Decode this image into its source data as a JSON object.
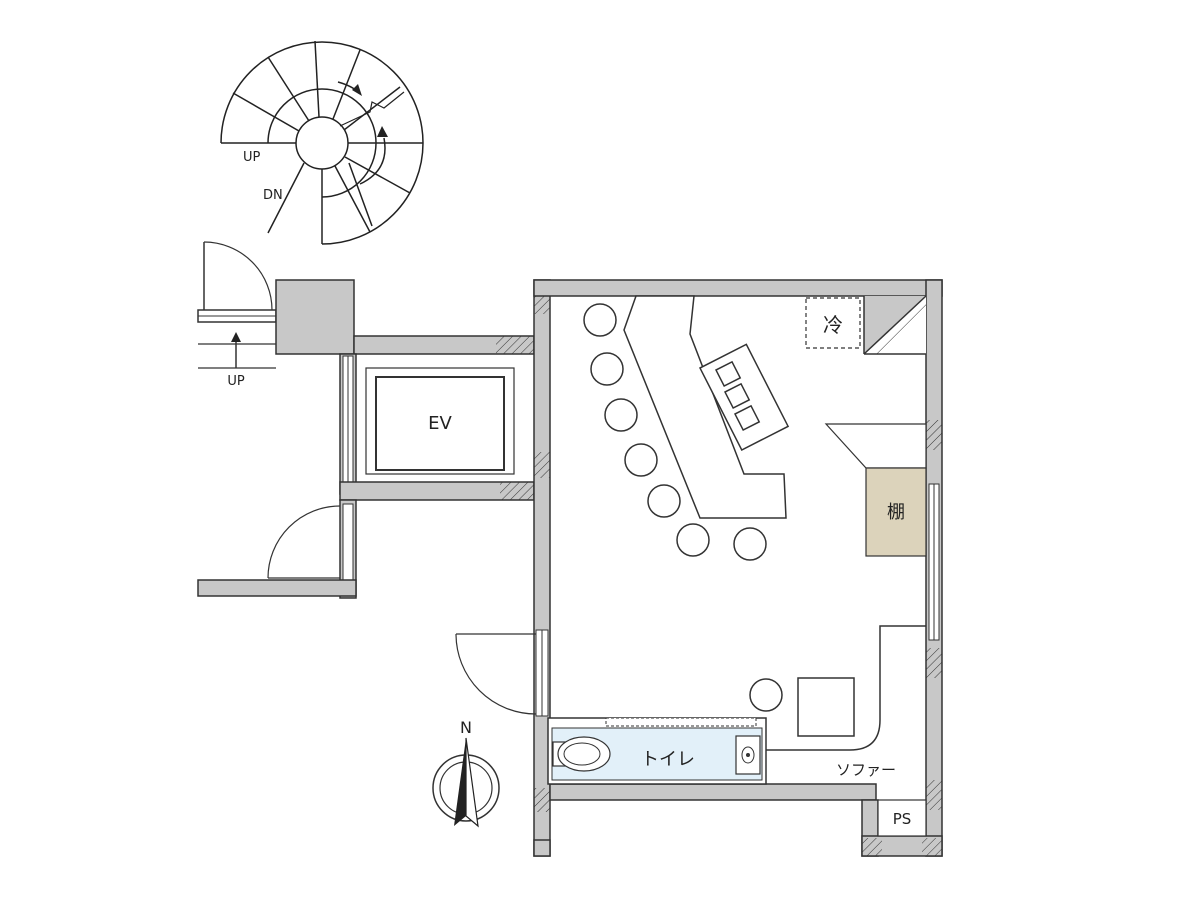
{
  "labels": {
    "stair_up": "UP",
    "stair_dn": "DN",
    "entrance_up": "UP",
    "elevator": "EV",
    "refrigerator": "冷",
    "shelf": "棚",
    "toilet": "トイレ",
    "sofa": "ソファー",
    "pipe_space": "PS",
    "north": "N"
  },
  "colors": {
    "wall": "#c8c8c8",
    "wall_stroke": "#333333",
    "shelf": "#dcd3bb",
    "toilet_room": "#e2f0f9"
  }
}
